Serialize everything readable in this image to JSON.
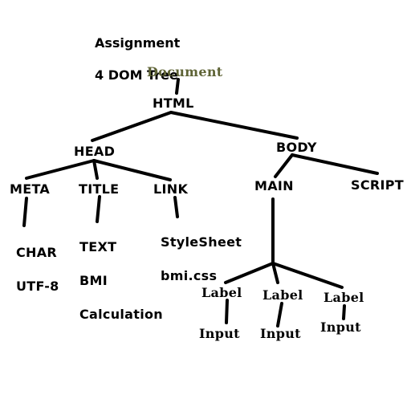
{
  "title_line1": "Assignment",
  "title_line2": "4 DOM Tree",
  "colors": {
    "root": "#5e6335",
    "text": "#000000",
    "background": "#ffffff"
  },
  "nodes": {
    "document": "Document",
    "html": "HTML",
    "head": "HEAD",
    "body": "BODY",
    "meta": "META",
    "title": "TITLE",
    "link": "LINK",
    "main": "MAIN",
    "script": "SCRIPT",
    "meta_child_line1": "CHAR",
    "meta_child_line2": "UTF-8",
    "title_child_line1": "TEXT",
    "title_child_line2": "BMI",
    "title_child_line3": "Calculation",
    "link_child_line1": "StyleSheet",
    "link_child_line2": "bmi.css",
    "label_1": "Label",
    "label_2": "Label",
    "label_3": "Label",
    "input_1": "Input",
    "input_2": "Input",
    "input_3": "Input"
  }
}
